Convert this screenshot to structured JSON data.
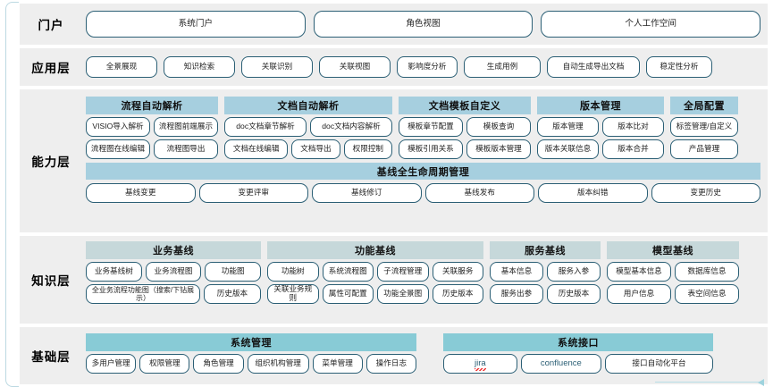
{
  "layers": [
    {
      "name": "门户",
      "items": [
        "系统门户",
        "角色视图",
        "个人工作空间"
      ]
    },
    {
      "name": "应用层",
      "items": [
        "全景展现",
        "知识检索",
        "关联识别",
        "关联视图",
        "影响度分析",
        "生成用例",
        "自动生成导出文档",
        "稳定性分析"
      ]
    },
    {
      "name": "能力层",
      "groups": [
        {
          "title": "流程自动解析",
          "rows": [
            [
              "VISIO导入解析",
              "流程图前端展示"
            ],
            [
              "流程图在线编辑",
              "流程图导出"
            ]
          ]
        },
        {
          "title": "文档自动解析",
          "rows": [
            [
              "doc文档章节解析",
              "doc文档内容解析"
            ],
            [
              "文档在线编辑",
              "文档导出",
              "权限控制"
            ]
          ]
        },
        {
          "title": "文档模板自定义",
          "rows": [
            [
              "模板章节配置",
              "模板查询"
            ],
            [
              "模板引用关系",
              "模板版本管理"
            ]
          ]
        },
        {
          "title": "版本管理",
          "rows": [
            [
              "版本管理",
              "版本比对"
            ],
            [
              "版本关联信息",
              "版本合并"
            ]
          ]
        },
        {
          "title": "全局配置",
          "rows": [
            [
              "标签管理/自定义"
            ],
            [
              "产品管理"
            ]
          ]
        }
      ],
      "lifecycle": {
        "title": "基线全生命周期管理",
        "items": [
          "基线变更",
          "变更评审",
          "基线修订",
          "基线发布",
          "版本纠错",
          "变更历史"
        ]
      }
    },
    {
      "name": "知识层",
      "groups": [
        {
          "title": "业务基线",
          "rows": [
            [
              "业务基线树",
              "业务流程图",
              "功能图"
            ],
            [
              "全业务流程功能图（搜索/下钻展示）",
              "历史版本"
            ]
          ]
        },
        {
          "title": "功能基线",
          "rows": [
            [
              "功能树",
              "系统流程图",
              "子流程管理",
              "关联服务"
            ],
            [
              "关联业务规则",
              "属性可配置",
              "功能全景图",
              "历史版本"
            ]
          ]
        },
        {
          "title": "服务基线",
          "rows": [
            [
              "基本信息",
              "服务入参"
            ],
            [
              "服务出参",
              "历史版本"
            ]
          ]
        },
        {
          "title": "模型基线",
          "rows": [
            [
              "模型基本信息",
              "数据库信息"
            ],
            [
              "用户信息",
              "表空间信息"
            ]
          ]
        }
      ]
    },
    {
      "name": "基础层",
      "groups": [
        {
          "title": "系统管理",
          "rows": [
            [
              "多用户管理",
              "权限管理",
              "角色管理",
              "组织机构管理",
              "菜单管理",
              "操作日志"
            ]
          ]
        },
        {
          "title": "系统接口",
          "rows": [
            [
              "jira",
              "confluence",
              "接口自动化平台"
            ]
          ]
        }
      ]
    }
  ],
  "colors": {
    "band_background": "#eeeeee",
    "pill_border": "#2b5f75",
    "capability_header": "#a6cfdf",
    "knowledge_header": "#c6d8da",
    "foundation_header": "#88cbd6"
  }
}
